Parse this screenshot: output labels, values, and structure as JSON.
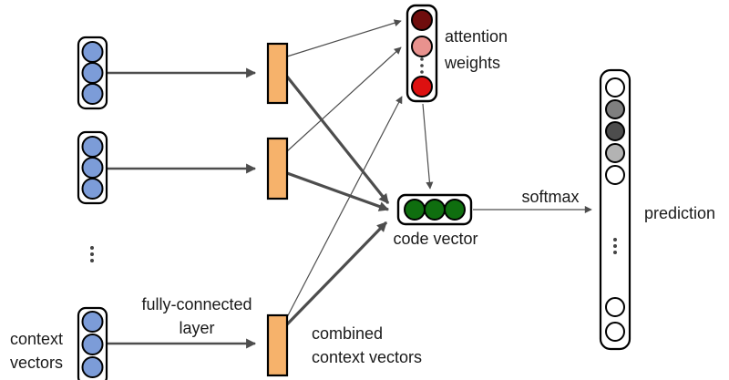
{
  "figure": {
    "type": "neural-network-architecture-diagram",
    "description": "Attention-based model: context vectors pass through a fully-connected layer, produce attention weights and a combined code vector, softmax yields prediction",
    "labels": {
      "context_vectors_line1": "context",
      "context_vectors_line2": "vectors",
      "fully_connected_line1": "fully-connected",
      "fully_connected_line2": "layer",
      "combined_line1": "combined",
      "combined_line2": "context vectors",
      "attention_line1": "attention",
      "attention_line2": "weights",
      "code_vector": "code vector",
      "softmax": "softmax",
      "prediction": "prediction"
    },
    "colors": {
      "context_fill": "#7c9cd8",
      "fc_fill": "#f6b26b",
      "attention_maroon": "#6f0d0d",
      "attention_pink": "#e8928e",
      "attention_red": "#dd1010",
      "code_green": "#0f6e0f",
      "pred_fills": [
        "#ffffff",
        "#7f7f7f",
        "#4d4d4d",
        "#b3b3b3",
        "#ffffff",
        "#ffffff",
        "#ffffff"
      ],
      "node_fill": "#ffffff",
      "stroke": "#000000",
      "line": "#4d4d4d",
      "text": "#1a1a1a",
      "dots": "#444444"
    },
    "structure": {
      "nodes": [
        "context vector 1 (3 blue units)",
        "context vector 2 (3 blue units)",
        "context vector n (3 blue units)",
        "fully-connected layer unit 1",
        "fully-connected layer unit 2",
        "fully-connected layer unit n",
        "attention weights (maroon, pink, ..., red units)",
        "code vector (3 green units)",
        "prediction (white/gray units)"
      ],
      "edges": [
        "context vector 1 -> fully-connected unit 1",
        "context vector 2 -> fully-connected unit 2",
        "context vector n -> fully-connected unit n",
        "fully-connected unit 1 -> attention weights",
        "fully-connected unit 2 -> attention weights",
        "fully-connected unit n -> attention weights",
        "fully-connected unit 1 -> code vector (weighted, thick)",
        "fully-connected unit 2 -> code vector (weighted, thick)",
        "fully-connected unit n (combined context vectors) -> code vector (weighted, thick)",
        "attention weights -> code vector",
        "code vector -> softmax -> prediction"
      ]
    }
  }
}
